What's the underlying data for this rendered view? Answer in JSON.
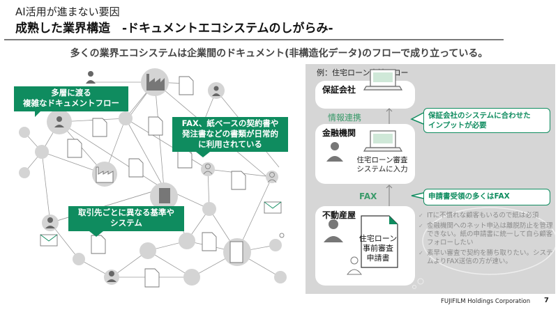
{
  "header": {
    "supertitle": "AI活用が進まない要因",
    "title": "成熟した業界構造　-ドキュメントエコシステムのしがらみ-"
  },
  "lead": "多くの業界エコシステムは企業間のドキュメント(非構造化データ)のフローで成り立っている。",
  "network": {
    "callouts": [
      {
        "id": "multi-layer",
        "line1": "多層に渡る",
        "line2": "複雑なドキュメントフロー"
      },
      {
        "id": "paper-docs",
        "line1": "FAX、紙ベースの契約書や",
        "line2": "発注書などの書類が日常的",
        "line3": "に利用されている"
      },
      {
        "id": "different-standards",
        "line1": "取引先ごとに異なる基準や",
        "line2": "システム"
      }
    ]
  },
  "flow": {
    "example_title": "例：住宅ローン申請フロー",
    "boxes": [
      {
        "label": "保証会社"
      },
      {
        "label": "金融機関",
        "note_line1": "住宅ローン審査",
        "note_line2": "システムに入力"
      },
      {
        "label": "不動産屋",
        "doc_line1": "住宅ローン",
        "doc_line2": "事前審査",
        "doc_line3": "申請書"
      }
    ],
    "link_labels": {
      "upper": "情報連携",
      "lower": "FAX"
    },
    "bubbles": [
      {
        "line1": "保証会社のシステムに合わせた",
        "line2": "インプットが必要"
      },
      {
        "line1": "申請書受領の多くはFAX"
      }
    ],
    "thoughts": [
      "ITに不慣れな顧客もいるので紙は必須",
      "金融機関へのネット申込は離脱防止を管理できない。紙の申請書に統一して自ら顧客フォローしたい",
      "素早い審査で契約を勝ち取りたい。システムよりFAX送信の方が速い。"
    ]
  },
  "footer": {
    "company": "FUJIFILM Holdings Corporation",
    "page": "7"
  },
  "colors": {
    "accent_green": "#0f8c5f",
    "panel_gray": "#d6d6d6",
    "node_gray": "#d4d4d4"
  }
}
